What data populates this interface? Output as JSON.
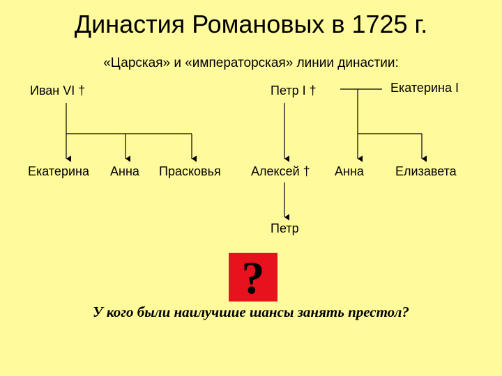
{
  "title": "Династия Романовых в 1725 г.",
  "subtitle": "«Царская» и «императорская» линии династии:",
  "nodes": {
    "ivan_vi": "Иван VI †",
    "petr_i": "Петр I †",
    "ekaterina_i": "Екатерина I",
    "ekaterina": "Екатерина",
    "anna_1": "Анна",
    "praskovya": "Прасковья",
    "aleksey": "Алексей †",
    "anna_2": "Анна",
    "elizaveta": "Елизавета",
    "petr": "Петр"
  },
  "question_mark": "?",
  "question": "У кого были наилучшие шансы занять престол?",
  "colors": {
    "background": "#fffa9c",
    "question_box": "#e8121e",
    "lines": "#000000"
  }
}
